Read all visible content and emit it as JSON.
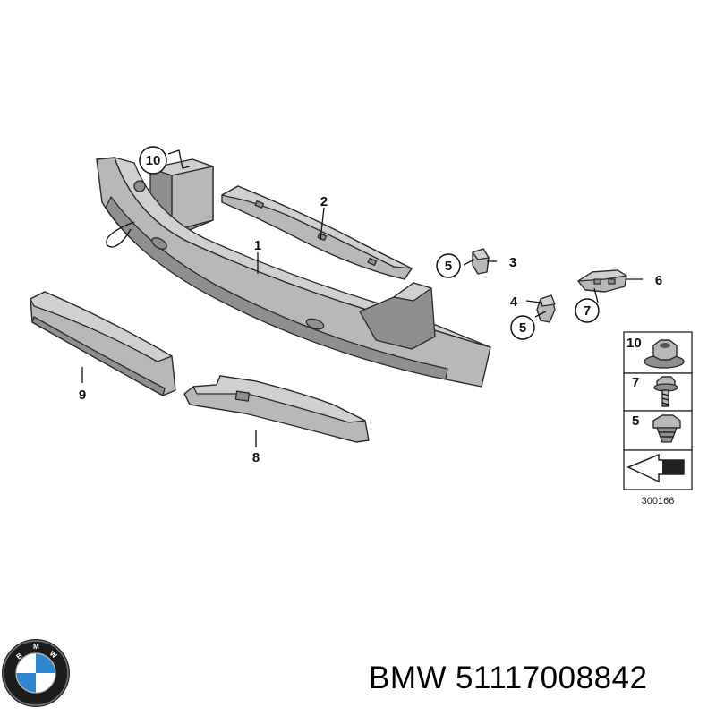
{
  "diagram": {
    "callouts": {
      "bumper_carrier": "1",
      "upper_bracket": "2",
      "clip_right": "3",
      "clip_lower": "4",
      "nut_upper": "5",
      "nut_lower": "5",
      "guide_bracket": "6",
      "screw_circle": "7",
      "lower_guide": "8",
      "impact_absorber": "9",
      "nut_carrier": "10"
    },
    "legend": {
      "rows": [
        {
          "number": "10",
          "icon": "hex-collar-nut-icon"
        },
        {
          "number": "7",
          "icon": "hex-screw-icon"
        },
        {
          "number": "5",
          "icon": "expansion-nut-icon"
        }
      ],
      "arrow_icon": "direction-arrow-icon",
      "reference_code": "300166"
    }
  },
  "footer": {
    "brand": "BMW",
    "part_number": "51117008842",
    "logo_icon": "bmw-roundel-icon"
  }
}
